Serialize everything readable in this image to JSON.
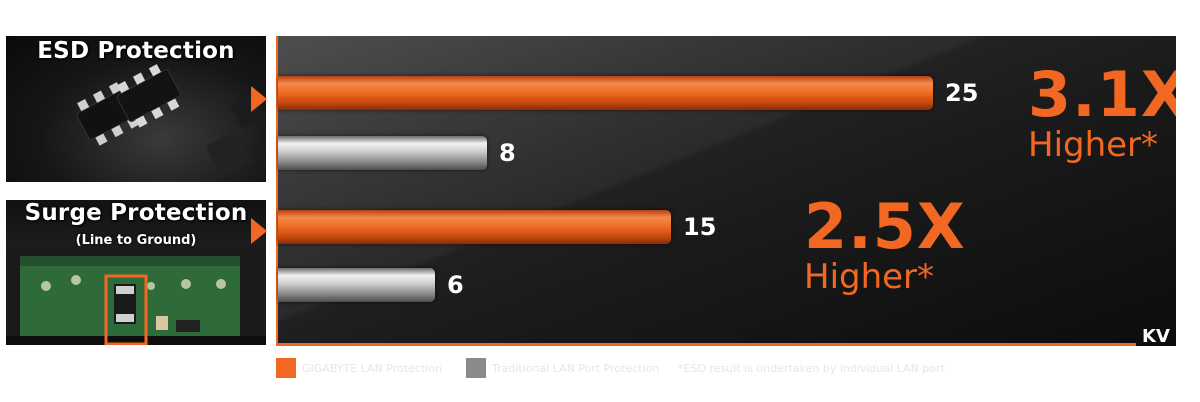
{
  "panels": {
    "esd_title": "ESD Protection",
    "surge_title": "Surge Protection",
    "surge_subtitle": "(Line to Ground)"
  },
  "multipliers": {
    "esd": {
      "value": "3.1X",
      "label": "Higher*"
    },
    "surge": {
      "value": "2.5X",
      "label": "Higher*"
    }
  },
  "legend": {
    "gigabyte": "GIGABYTE LAN Protection",
    "traditional": "Traditional LAN Port Protection",
    "note": "*ESD result is undertaken by individual LAN port"
  },
  "colors": {
    "orange": "#f26722",
    "gray": "#8a8a8a",
    "background": "#1b1b1b"
  },
  "chart_data": {
    "type": "bar",
    "orientation": "horizontal",
    "categories": [
      "ESD Protection",
      "Surge Protection (Line to Ground)"
    ],
    "series": [
      {
        "name": "GIGABYTE LAN Protection",
        "values": [
          25,
          15
        ]
      },
      {
        "name": "Traditional LAN Port Protection",
        "values": [
          8,
          6
        ]
      }
    ],
    "unit": "KV",
    "xlim": [
      0,
      27.5
    ],
    "grid": false,
    "legend_position": "bottom"
  }
}
